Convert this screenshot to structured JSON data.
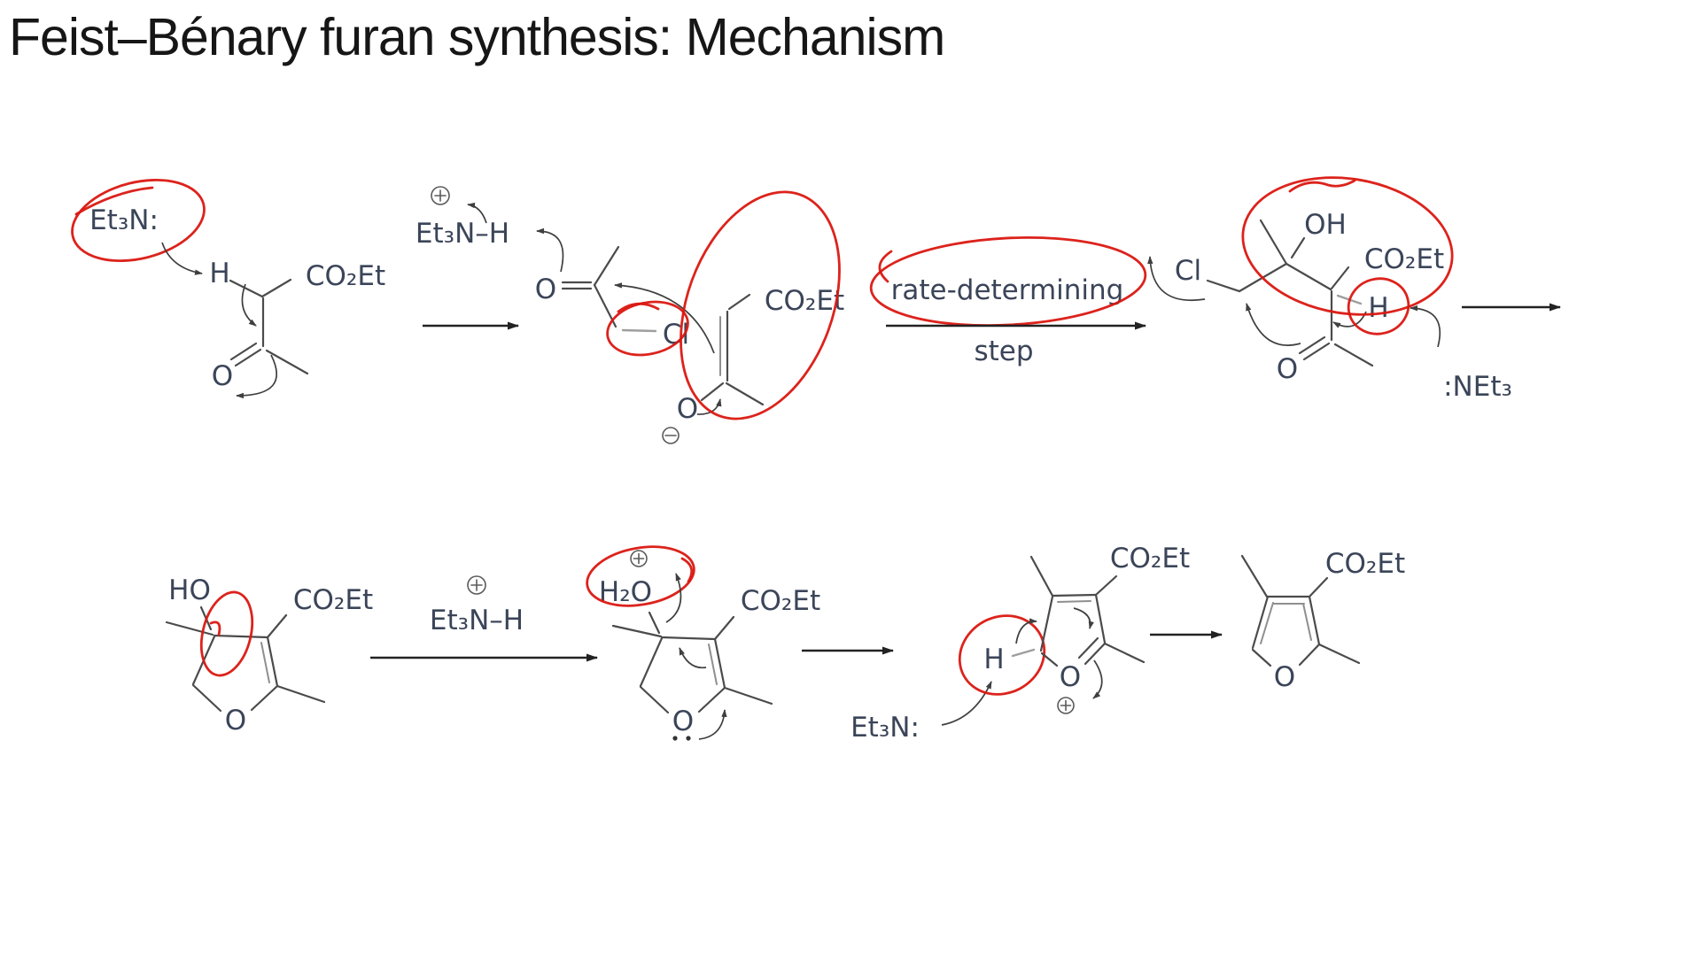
{
  "title": "Feist–Bénary furan synthesis: Mechanism",
  "annotation_color": "#da1710",
  "text_color": "#3b4559",
  "labels": {
    "et3n_cat": "Et₃N:",
    "alpha_h": "H",
    "ester_1": "CO₂Et",
    "ketone_o_1": "O",
    "et3nh_1": "Et₃N–H",
    "chloroketone_o": "O",
    "cl_bonded": "Cl",
    "ester_enolate": "CO₂Et",
    "enolate_o": "O",
    "rate_determining": "rate-determining",
    "step": "step",
    "cl_leaving": "Cl",
    "aldol_oh": "OH",
    "ester_aldol": "CO₂Et",
    "aldol_h": "H",
    "aldol_ketone_o": "O",
    "net3_base": ":NEt₃",
    "ring1_ho": "HO",
    "ester_ring1": "CO₂Et",
    "ring1_o": "O",
    "et3nh_2": "Et₃N–H",
    "h2o_leaving": "H₂O",
    "ester_ring2": "CO₂Et",
    "ring2_o": "O",
    "ring3_h": "H",
    "et3n_base_2": "Et₃N:",
    "ring3_o": "O",
    "ester_product": "CO₂Et",
    "product_o": "O"
  },
  "symbols": {
    "positive_charge": "⊕",
    "negative_charge": "⊖",
    "lone_pair_dots": "∶"
  }
}
